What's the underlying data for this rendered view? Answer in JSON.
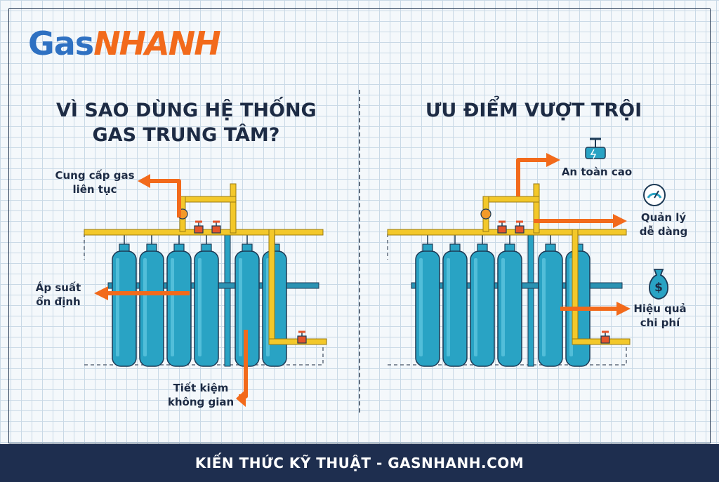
{
  "logo": {
    "part1": "Gas",
    "part2": "NHANH"
  },
  "left": {
    "title_line1": "VÌ SAO DÙNG HỆ THỐNG",
    "title_line2": "GAS TRUNG TÂM?",
    "labels": {
      "supply": [
        "Cung cấp gas",
        "liên tục"
      ],
      "pressure": [
        "Áp suất",
        "ổn định"
      ],
      "space": [
        "Tiết kiệm",
        "không gian"
      ]
    }
  },
  "right": {
    "title": "ƯU ĐIỂM VƯỢT TRỘI",
    "labels": {
      "safety": [
        "An toàn cao"
      ],
      "manage": [
        "Quản lý",
        "dễ dàng"
      ],
      "cost": [
        "Hiệu quả",
        "chi phí"
      ]
    }
  },
  "icons": [
    "valve-icon",
    "gauge-icon",
    "money-bag-icon"
  ],
  "colors": {
    "cylinder": "#29a3c4",
    "pipe": "#f3c82a",
    "arrow": "#f26a1b",
    "navy": "#1e2e4f",
    "text": "#1d2b44",
    "logo_blue": "#2f71c2"
  },
  "footer": "KIẾN THỨC KỸ THUẬT - GASNHANH.COM"
}
